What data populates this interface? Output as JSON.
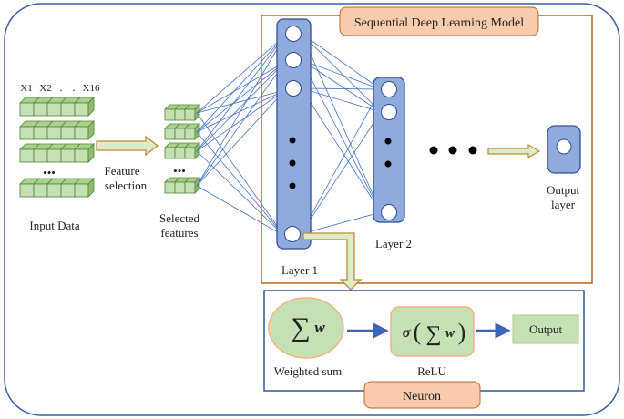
{
  "model_title": "Sequential Deep Learning Model",
  "input": {
    "headers": [
      "X1",
      "X2",
      ".",
      ".",
      "X16"
    ],
    "ellipsis": "•••",
    "label": "Input Data"
  },
  "feature_selection_label": [
    "Feature",
    "selection"
  ],
  "selected_features": {
    "ellipsis": "•••",
    "label": [
      "Selected",
      "features"
    ]
  },
  "layer1_label": "Layer 1",
  "layer2_label": "Layer 2",
  "output_layer_label": [
    "Output",
    "layer"
  ],
  "neuron_panel": {
    "title": "Neuron",
    "sum_symbol": "∑",
    "sum_var": "w",
    "weighted_sum_label": "Weighted sum",
    "activation_sigma": "σ",
    "activation_label": "ReLU",
    "output_label": "Output"
  },
  "colors": {
    "frame_outer": "#3b5ea6",
    "frame_model": "#c0652b",
    "frame_neuron": "#2f5597",
    "layer_fill": "#8faadc",
    "layer_stroke": "#2f4f8f",
    "title_fill": "#f8cbad",
    "title_stroke": "#c0652b",
    "cube_face": "#c5e0b4",
    "cube_top": "#a9d18e",
    "cube_side": "#8fbc6e",
    "cube_stroke": "#548235",
    "arrow_fill": "#dcebc8",
    "arrow_stroke": "#c08a3a",
    "connection": "#4472c4",
    "sum_fill": "#c5e0b4",
    "sum_stroke": "#f4b183",
    "output_fill": "#c5e0b4"
  }
}
